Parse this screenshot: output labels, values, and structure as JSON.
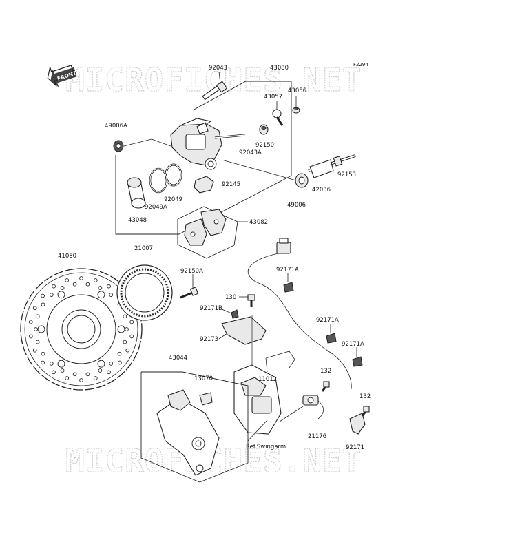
{
  "figure_code": "F2294",
  "front_label": "FRONT",
  "watermark_top": "MICROFICHES.NET",
  "watermark_bottom": "MICROFICHES.NET",
  "callouts": {
    "p92043": "92043",
    "p43080": "43080",
    "p43057": "43057",
    "p43056": "43056",
    "p49006A": "49006A",
    "p92150": "92150",
    "p92043A": "92043A",
    "p92153": "92153",
    "p42036": "42036",
    "p49006": "49006",
    "p92145": "92145",
    "p92049": "92049",
    "p92049A": "92049A",
    "p43048": "43048",
    "p43082": "43082",
    "p41080": "41080",
    "p21007": "21007",
    "p92150A": "92150A",
    "p92171A_1": "92171A",
    "p130": "130",
    "p92171B": "92171B",
    "p92171A_2": "92171A",
    "p92173": "92173",
    "p92171A_3": "92171A",
    "p43044": "43044",
    "p13070": "13070",
    "p11012": "11012",
    "p132_1": "132",
    "p132_2": "132",
    "p21176": "21176",
    "p92171": "92171",
    "ref_swingarm": "Ref.Swingarm"
  }
}
